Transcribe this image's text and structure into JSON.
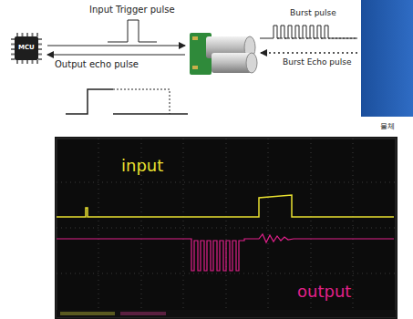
{
  "diagram": {
    "nodes": [
      {
        "text": [
          "MCU"
        ]
      },
      {
        "text": [
          "물체"
        ]
      }
    ],
    "labels": [
      "Input Trigger pulse",
      "Output echo pulse",
      "Burst pulse",
      "Burst Echo pulse",
      "input",
      "output"
    ]
  }
}
